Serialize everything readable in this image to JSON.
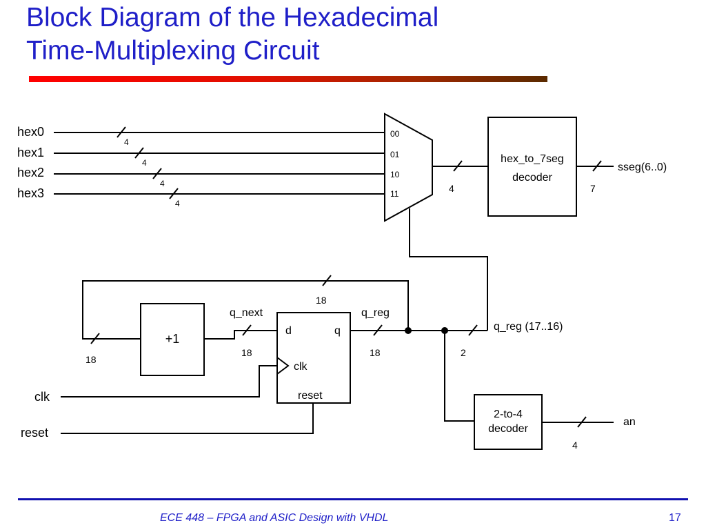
{
  "slide": {
    "title_line1": "Block Diagram of the Hexadecimal",
    "title_line2": "Time-Multiplexing Circuit",
    "footer": "ECE 448 – FPGA and ASIC Design with VHDL",
    "page_number": "17"
  },
  "diagram": {
    "inputs": {
      "hex0": "hex0",
      "hex1": "hex1",
      "hex2": "hex2",
      "hex3": "hex3",
      "clk": "clk",
      "reset": "reset"
    },
    "input_widths": {
      "hex0": "4",
      "hex1": "4",
      "hex2": "4",
      "hex3": "4"
    },
    "mux": {
      "sel00": "00",
      "sel01": "01",
      "sel10": "10",
      "sel11": "11",
      "out_width": "4"
    },
    "decoder7seg": {
      "line1": "hex_to_7seg",
      "line2": "decoder",
      "out_width": "7",
      "output": "sseg(6..0)"
    },
    "incrementer": {
      "label": "+1",
      "in_width": "18",
      "feedback_width": "18"
    },
    "register": {
      "d": "d",
      "q": "q",
      "clk": "clk",
      "reset": "reset",
      "in_signal": "q_next",
      "in_width": "18",
      "out_signal": "q_reg",
      "out_width": "18"
    },
    "select_bus": {
      "label": "q_reg (17..16)",
      "width": "2"
    },
    "decoder2to4": {
      "line1": "2-to-4",
      "line2": "decoder",
      "out_width": "4",
      "output": "an"
    }
  }
}
